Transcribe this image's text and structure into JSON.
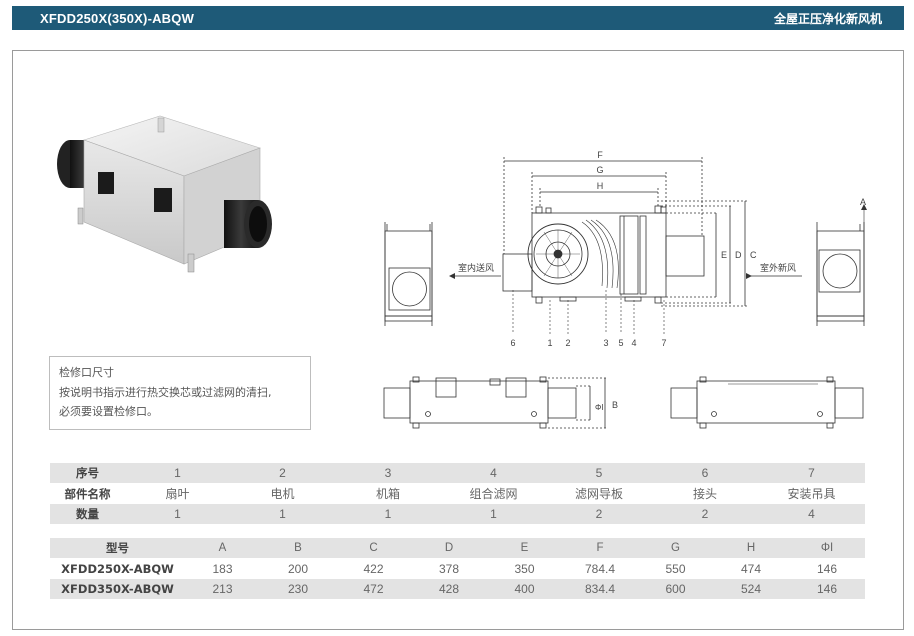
{
  "header": {
    "model": "XFDD250X(350X)-ABQW",
    "product": "全屋正压净化新风机"
  },
  "diagram": {
    "dims": {
      "F": "F",
      "G": "G",
      "H": "H",
      "E": "E",
      "D": "D",
      "C": "C",
      "A": "A",
      "B": "B",
      "phi": "ΦI"
    },
    "callouts": [
      "6",
      "1",
      "2",
      "3",
      "5",
      "4",
      "7"
    ],
    "supply_label": "室内送风",
    "fresh_label": "室外新风"
  },
  "note": {
    "title": "检修口尺寸",
    "line1": "按说明书指示进行热交换芯或过滤网的清扫,",
    "line2": "必须要设置检修口。"
  },
  "parts_table": {
    "rows": [
      {
        "label": "序号",
        "cells": [
          "1",
          "2",
          "3",
          "4",
          "5",
          "6",
          "7"
        ]
      },
      {
        "label": "部件名称",
        "cells": [
          "扇叶",
          "电机",
          "机箱",
          "组合滤网",
          "滤网导板",
          "接头",
          "安装吊具"
        ]
      },
      {
        "label": "数量",
        "cells": [
          "1",
          "1",
          "1",
          "1",
          "2",
          "2",
          "4"
        ]
      }
    ]
  },
  "model_table": {
    "header": {
      "label": "型号",
      "cells": [
        "A",
        "B",
        "C",
        "D",
        "E",
        "F",
        "G",
        "H",
        "ΦI"
      ]
    },
    "rows": [
      {
        "label": "XFDD250X-ABQW",
        "cells": [
          "183",
          "200",
          "422",
          "378",
          "350",
          "784.4",
          "550",
          "474",
          "146"
        ]
      },
      {
        "label": "XFDD350X-ABQW",
        "cells": [
          "213",
          "230",
          "472",
          "428",
          "400",
          "834.4",
          "600",
          "524",
          "146"
        ]
      }
    ]
  }
}
